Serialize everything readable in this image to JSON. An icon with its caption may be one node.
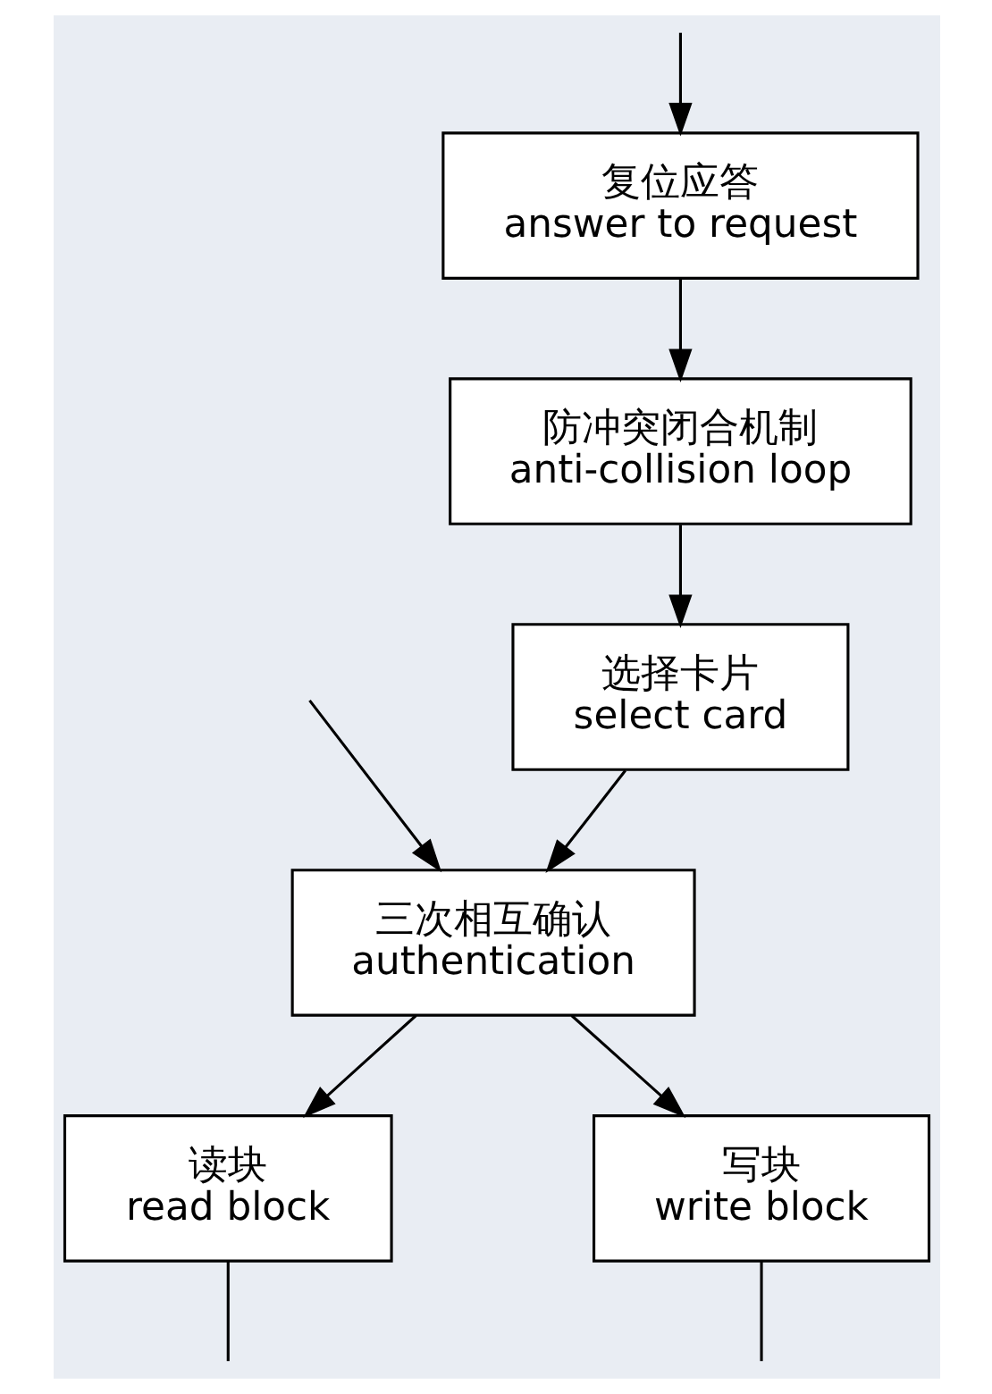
{
  "diagram": {
    "nodes": [
      {
        "text": [
          "复位应答",
          "answer to request"
        ]
      },
      {
        "text": [
          "防冲突闭合机制",
          "anti-collision loop"
        ]
      },
      {
        "text": [
          "选择卡片",
          "select card"
        ]
      },
      {
        "text": [
          "三次相互确认",
          "authentication"
        ]
      },
      {
        "text": [
          "读块",
          "read block"
        ]
      },
      {
        "text": [
          "写块",
          "write block"
        ]
      }
    ],
    "edges": [
      {
        "from": 0,
        "to": 1,
        "arrow": "to"
      },
      {
        "from": 1,
        "to": 2,
        "arrow": "to"
      },
      {
        "from": 2,
        "to": 3,
        "arrow": "to"
      },
      {
        "from": null,
        "to": 0,
        "arrow": "to"
      },
      {
        "from": null,
        "to": 3,
        "arrow": "to"
      },
      {
        "from": 3,
        "to": 4,
        "arrow": "to"
      },
      {
        "from": 3,
        "to": 5,
        "arrow": "to"
      },
      {
        "from": 4,
        "to": null,
        "arrow": "none"
      },
      {
        "from": 5,
        "to": null,
        "arrow": "none"
      }
    ]
  }
}
